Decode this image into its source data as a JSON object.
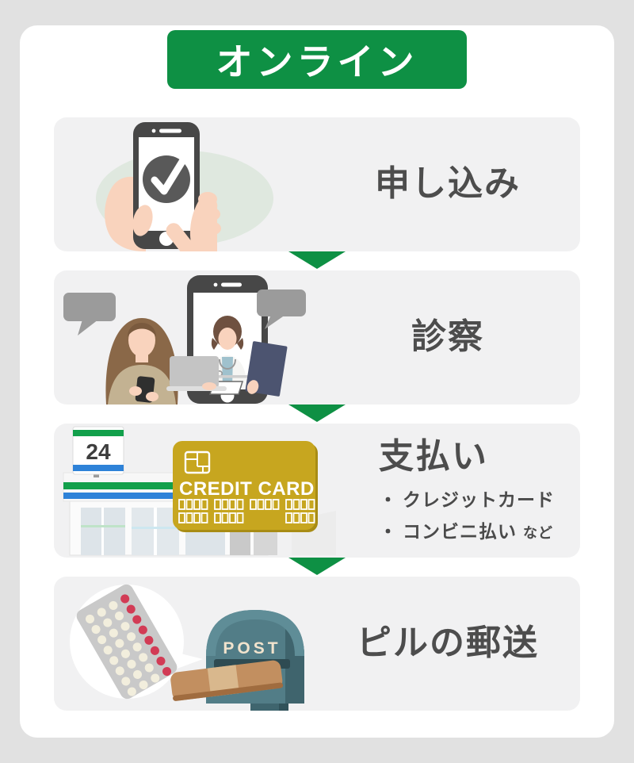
{
  "header": {
    "title": "オンライン"
  },
  "steps": [
    {
      "label": "申し込み"
    },
    {
      "label": "診察"
    },
    {
      "label": "支払い",
      "sub_items": [
        {
          "bullet": "・",
          "text": "クレジットカード",
          "suffix": ""
        },
        {
          "bullet": "・",
          "text": "コンビニ払い",
          "suffix": "など"
        }
      ]
    },
    {
      "label": "ピルの郵送"
    }
  ],
  "illustrations": {
    "store_sign": "24",
    "credit_card": "CREDIT CARD",
    "mailbox": "POST"
  },
  "colors": {
    "accent_green": "#0e9044",
    "page_bg": "#e1e1e1",
    "panel_bg": "#ffffff",
    "card_bg": "#f1f1f2",
    "text": "#4d4d4d",
    "credit_card_gold": "#c7a61f",
    "mailbox_teal": "#527d87"
  }
}
